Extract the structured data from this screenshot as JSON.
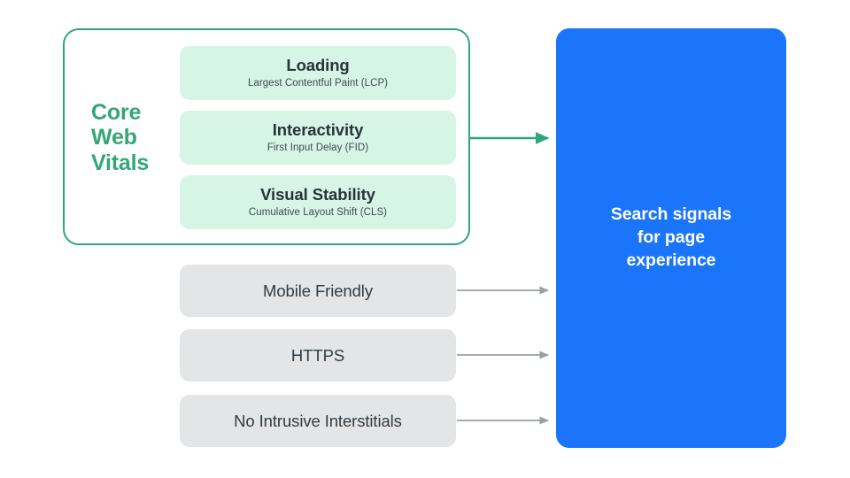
{
  "diagram": {
    "title_hidden": "",
    "colors": {
      "green_accent": "#35A678",
      "green_border": "#2EA67C",
      "green_pill_bg": "#D7F5E6",
      "gray_pill_bg": "#E4E5E7",
      "blue_box": "#1A75FB",
      "gray_arrow": "#9AA0A6",
      "dark_text": "#2F3C43",
      "white_text": "#FFFFFF"
    },
    "core_web_vitals": {
      "label_lines": [
        "Core",
        "Web",
        "Vitals"
      ],
      "label_full": "Core Web Vitals",
      "metrics": [
        {
          "title": "Loading",
          "subtitle": "Largest Contentful Paint (LCP)",
          "abbr": "LCP"
        },
        {
          "title": "Interactivity",
          "subtitle": "First Input Delay (FID)",
          "abbr": "FID"
        },
        {
          "title": "Visual Stability",
          "subtitle": "Cumulative Layout Shift (CLS)",
          "abbr": "CLS"
        }
      ]
    },
    "other_signals": [
      {
        "title": "Mobile Friendly"
      },
      {
        "title": "HTTPS"
      },
      {
        "title": "No Intrusive Interstitials"
      }
    ],
    "destination": {
      "text": "Search signals\nfor page\nexperience"
    },
    "arrows": [
      {
        "name": "core-web-vitals-arrow",
        "color": "#2EA67C",
        "from": "core-web-vitals-group",
        "to": "search-signals-box"
      },
      {
        "name": "mobile-friendly-arrow",
        "color": "#9AA0A6",
        "from": "mobile-friendly-pill",
        "to": "search-signals-box"
      },
      {
        "name": "https-arrow",
        "color": "#9AA0A6",
        "from": "https-pill",
        "to": "search-signals-box"
      },
      {
        "name": "no-intrusive-interstitials-arrow",
        "color": "#9AA0A6",
        "from": "no-intrusive-interstitials-pill",
        "to": "search-signals-box"
      }
    ]
  }
}
